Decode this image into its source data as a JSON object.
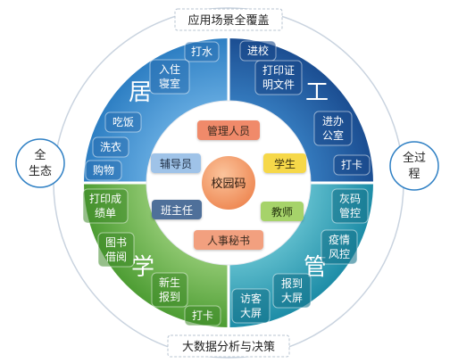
{
  "top_label": "应用场景全覆盖",
  "bottom_label": "大数据分析与决策",
  "left_label": [
    "全",
    "生态"
  ],
  "right_label": [
    "全过",
    "程"
  ],
  "center_label": "校园码",
  "quadrants": {
    "tl": "居",
    "tr": "工",
    "bl": "学",
    "br": "管"
  },
  "roles": {
    "manager": "管理人员",
    "counselor": "辅导员",
    "student": "学生",
    "class_teacher": "班主任",
    "teacher": "教师",
    "hr_secretary": "人事秘书"
  },
  "scenes": {
    "tl": [
      [
        "打水"
      ],
      [
        "入住",
        "寝室"
      ],
      [
        "吃饭"
      ],
      [
        "洗衣"
      ],
      [
        "购物"
      ]
    ],
    "tr": [
      [
        "进校"
      ],
      [
        "打印证",
        "明文件"
      ],
      [
        "进办",
        "公室"
      ],
      [
        "打卡"
      ]
    ],
    "bl": [
      [
        "打印成",
        "绩单"
      ],
      [
        "图书",
        "借阅"
      ],
      [
        "新生",
        "报到"
      ],
      [
        "打卡"
      ]
    ],
    "br": [
      [
        "灰码",
        "管控"
      ],
      [
        "疫情",
        "风控"
      ],
      [
        "报到",
        "大屏"
      ],
      [
        "访客",
        "大屏"
      ]
    ]
  },
  "colors": {
    "tl": "#2f80c4",
    "tr": "#1f5fa8",
    "bl": "#67b545",
    "br": "#2aa2b8",
    "manager": "#f08a6a",
    "counselor": "#9fc3e8",
    "student": "#f6d84a",
    "class_teacher": "#4f6f9a",
    "teacher": "#a6d36a",
    "hr_secretary": "#f2a07f",
    "center": "#f59a66"
  }
}
